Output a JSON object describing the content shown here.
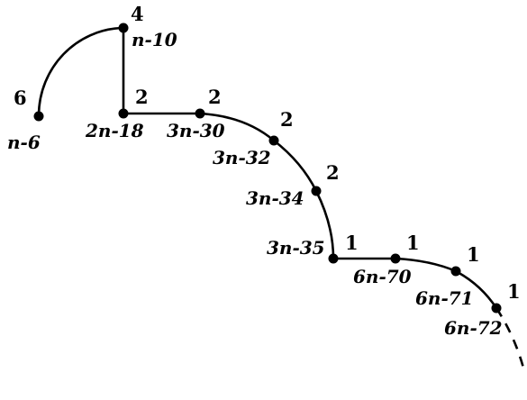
{
  "diagram": {
    "nodes": [
      {
        "id": "a",
        "number": "6",
        "expression": "n-6"
      },
      {
        "id": "b",
        "number": "4",
        "expression": "n-10"
      },
      {
        "id": "c",
        "number": "2",
        "expression": "2n-18"
      },
      {
        "id": "d",
        "number": "2",
        "expression": "3n-30"
      },
      {
        "id": "e",
        "number": "2",
        "expression": "3n-32"
      },
      {
        "id": "f",
        "number": "2",
        "expression": "3n-34"
      },
      {
        "id": "g",
        "number": "1",
        "expression": "3n-35"
      },
      {
        "id": "h",
        "number": "1",
        "expression": "6n-70"
      },
      {
        "id": "i",
        "number": "1",
        "expression": "6n-71"
      },
      {
        "id": "j",
        "number": "1",
        "expression": "6n-72"
      }
    ],
    "edges": [
      {
        "from": "a",
        "to": "b",
        "shape": "curve"
      },
      {
        "from": "b",
        "to": "c",
        "shape": "straight"
      },
      {
        "from": "c",
        "to": "d",
        "shape": "straight"
      },
      {
        "from": "d",
        "to": "e",
        "shape": "curve"
      },
      {
        "from": "e",
        "to": "f",
        "shape": "curve"
      },
      {
        "from": "f",
        "to": "g",
        "shape": "curve"
      },
      {
        "from": "g",
        "to": "h",
        "shape": "straight"
      },
      {
        "from": "h",
        "to": "i",
        "shape": "curve"
      },
      {
        "from": "i",
        "to": "j",
        "shape": "curve"
      },
      {
        "from": "j",
        "to": "continuation",
        "shape": "dashed-curve"
      }
    ]
  }
}
